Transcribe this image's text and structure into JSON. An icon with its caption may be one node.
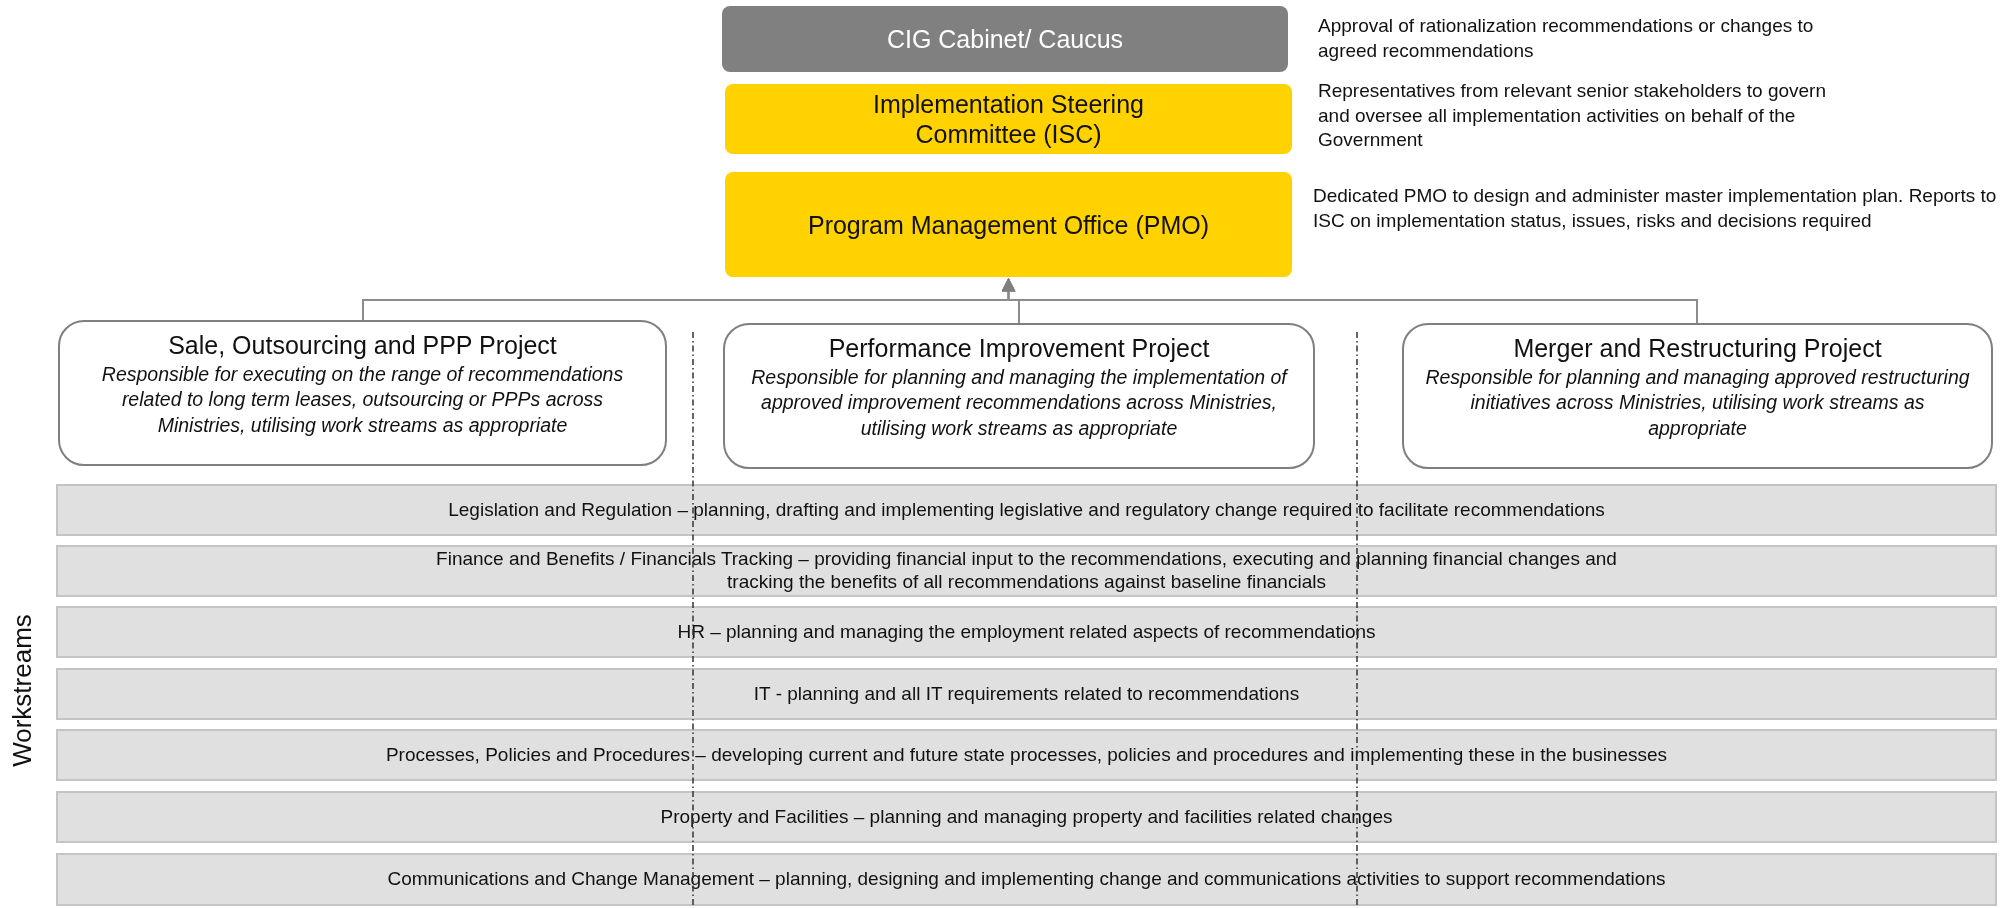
{
  "diagram": {
    "nodes": [
      {
        "text": [
          "CIG Cabinet/ Caucus"
        ],
        "beside": [
          "Approval of rationalization recommendations or changes to agreed recommendations"
        ]
      },
      {
        "text": [
          "Implementation Steering Committee (ISC)"
        ],
        "beside": [
          "Representatives from relevant senior stakeholders to govern and oversee all implementation activities on behalf of the Government"
        ]
      },
      {
        "text": [
          "Program Management Office (PMO)"
        ],
        "beside": [
          "Dedicated PMO to design and administer master implementation plan. Reports to ISC on implementation status, issues, risks and decisions required"
        ]
      },
      {
        "text": [
          "Sale, Outsourcing and PPP Project",
          "Responsible for executing on the range of recommendations related to long term leases, outsourcing or PPPs across Ministries, utilising work streams as appropriate"
        ]
      },
      {
        "text": [
          "Performance Improvement Project",
          "Responsible for planning and managing the implementation of approved improvement recommendations across Ministries, utilising work streams as appropriate"
        ]
      },
      {
        "text": [
          "Merger and Restructuring Project",
          "Responsible for planning and managing approved restructuring initiatives across Ministries, utilising work streams as appropriate"
        ]
      },
      {
        "text": [
          "Legislation and Regulation – planning, drafting and implementing legislative and regulatory change required to facilitate recommendations"
        ]
      },
      {
        "text": [
          "Finance and Benefits / Financials Tracking – providing financial input to the recommendations, executing and planning financial changes and tracking the benefits of all recommendations against baseline financials"
        ]
      },
      {
        "text": [
          "HR – planning and managing the employment related aspects of recommendations"
        ]
      },
      {
        "text": [
          "IT - planning and all IT requirements related to recommendations"
        ]
      },
      {
        "text": [
          "Processes, Policies and Procedures – developing current and future state processes, policies and procedures and implementing these in the businesses"
        ]
      },
      {
        "text": [
          "Property and Facilities – planning and managing property and facilities related changes"
        ]
      },
      {
        "text": [
          "Communications and Change Management – planning, designing and implementing change and communications activities to support recommendations"
        ]
      }
    ],
    "edges": [
      {
        "from": 3,
        "to": 2,
        "arrow": "to"
      },
      {
        "from": 4,
        "to": 2,
        "arrow": "to"
      },
      {
        "from": 5,
        "to": 2,
        "arrow": "to"
      }
    ],
    "labels": [
      "Workstreams"
    ]
  }
}
